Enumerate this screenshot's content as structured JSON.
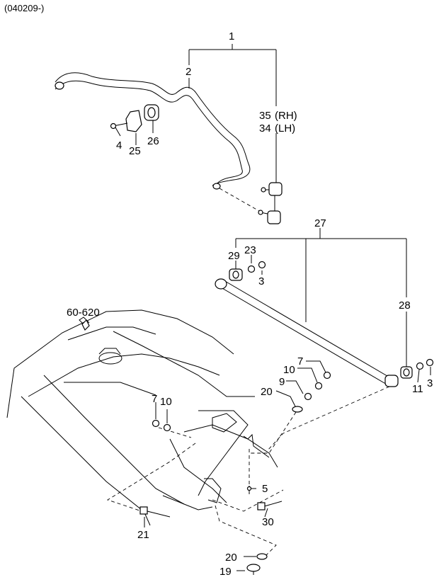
{
  "header": {
    "code": "(040209-)"
  },
  "callouts": {
    "c1": "1",
    "c2": "2",
    "c35": "35",
    "c35_side": "(RH)",
    "c34": "34",
    "c34_side": "(LH)",
    "c4": "4",
    "c25": "25",
    "c26": "26",
    "c27": "27",
    "c29": "29",
    "c23": "23",
    "c3a": "3",
    "c28": "28",
    "c7a": "7",
    "c10a": "10",
    "c9": "9",
    "c20a": "20",
    "c11": "11",
    "c3b": "3",
    "c60620": "60-620",
    "c7b": "7",
    "c10b": "10",
    "c5": "5",
    "c30": "30",
    "c21": "21",
    "c20b": "20",
    "c19": "19"
  }
}
